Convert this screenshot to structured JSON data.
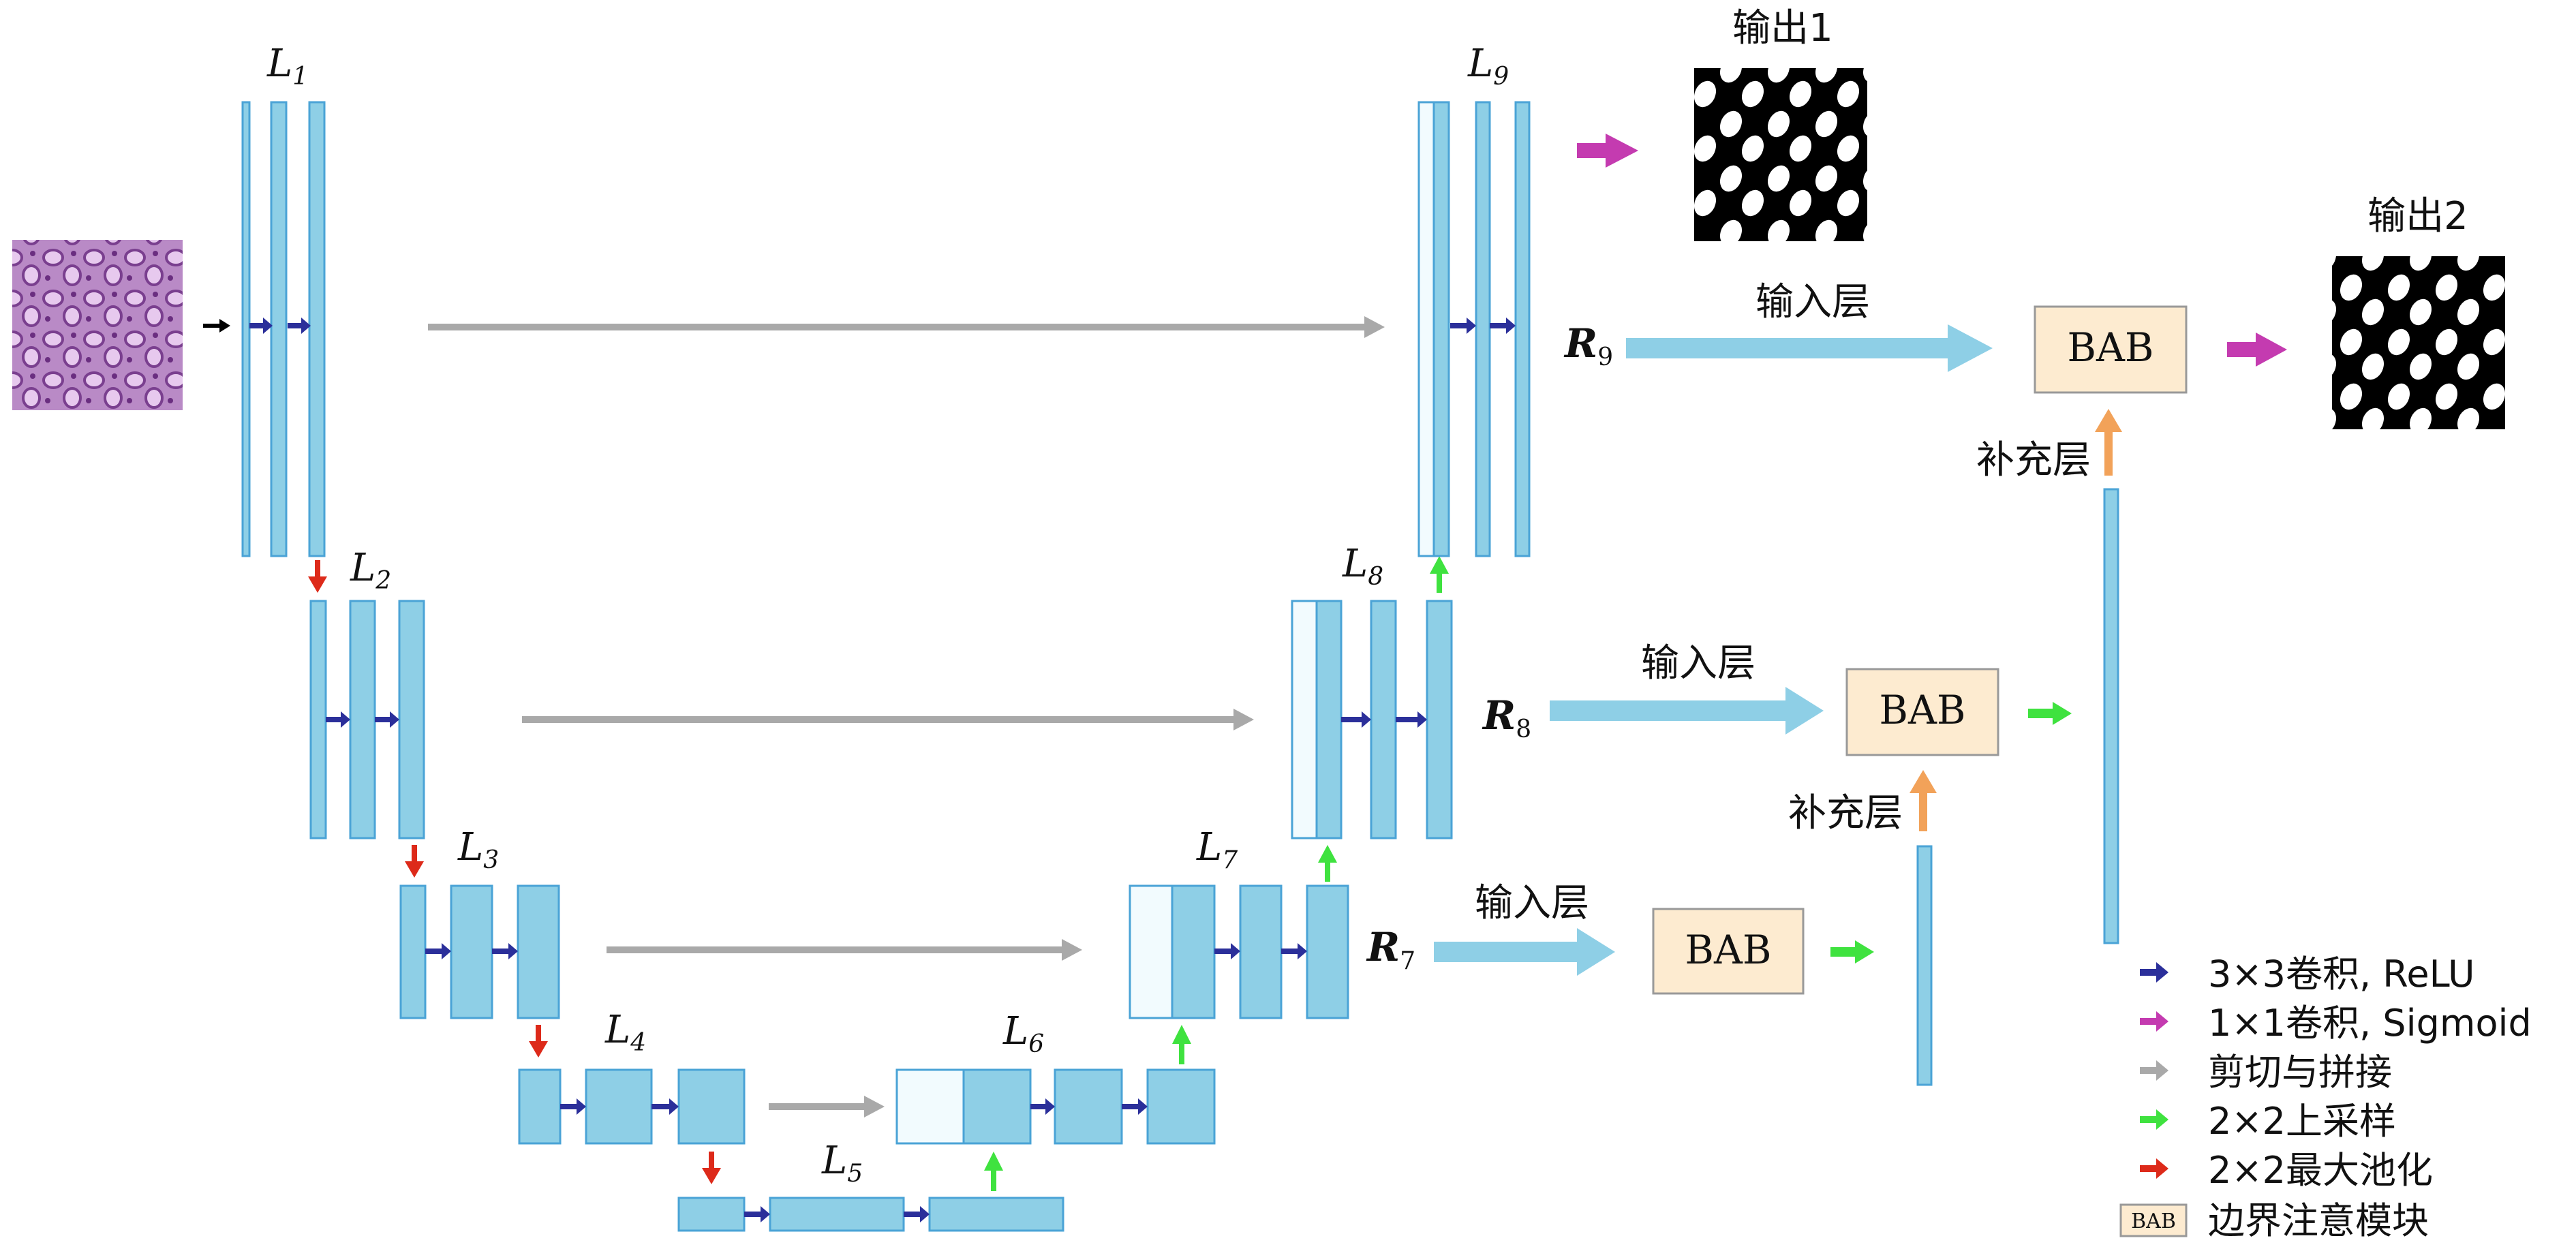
{
  "labels": {
    "L1": "L",
    "L1_sub": "1",
    "L2": "L",
    "L2_sub": "2",
    "L3": "L",
    "L3_sub": "3",
    "L4": "L",
    "L4_sub": "4",
    "L5": "L",
    "L5_sub": "5",
    "L6": "L",
    "L6_sub": "6",
    "L7": "L",
    "L7_sub": "7",
    "L8": "L",
    "L8_sub": "8",
    "L9": "L",
    "L9_sub": "9"
  },
  "rlabels": {
    "R9": "R",
    "R9_sub": "9",
    "R8": "R",
    "R8_sub": "8",
    "R7": "R",
    "R7_sub": "7"
  },
  "outputs": {
    "out1": "输出1",
    "out2": "输出2"
  },
  "bab": {
    "bab9": "BAB",
    "bab8": "BAB",
    "bab7": "BAB"
  },
  "text": {
    "input_layer_9": "输入层",
    "input_layer_8": "输入层",
    "input_layer_7": "输入层",
    "supp_layer_9": "补充层",
    "supp_layer_8": "补充层"
  },
  "legend": [
    {
      "label": "3×3卷积, ReLU",
      "color": "#2b2f9a"
    },
    {
      "label": "1×1卷积, Sigmoid",
      "color": "#c43bb0"
    },
    {
      "label": "剪切与拼接",
      "color": "#a9a9a9"
    },
    {
      "label": "2×2上采样",
      "color": "#3fe23f"
    },
    {
      "label": "2×2最大池化",
      "color": "#dd2a1a"
    },
    {
      "label": "边界注意模块",
      "icon": "BAB"
    }
  ],
  "colors": {
    "block": "#8ecfe6",
    "block_stroke": "#4aa3d6",
    "conv_arrow": "#2b2f9a",
    "sigmoid_arrow": "#c43bb0",
    "skip_arrow": "#a9a9a9",
    "up_arrow": "#3fe23f",
    "pool_arrow": "#dd2a1a",
    "bab_fill": "#fdebd0",
    "bab_stroke": "#999999",
    "supp_arrow": "#f2a259",
    "input_arrow": "#8ecfe6"
  }
}
